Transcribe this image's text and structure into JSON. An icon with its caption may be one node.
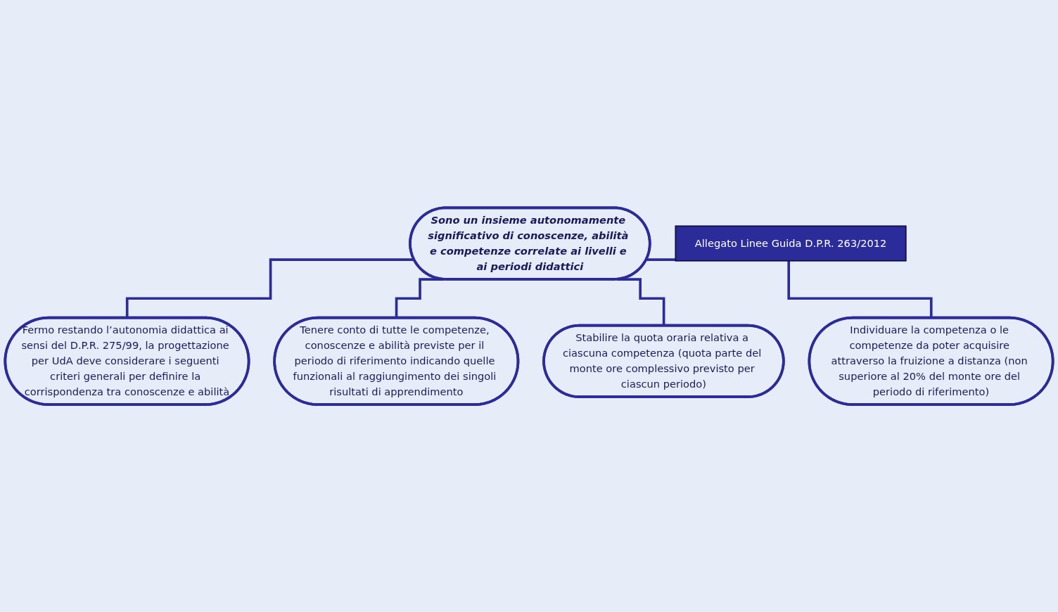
{
  "diagram": {
    "nodes": [
      {
        "text": [
          "Sono un insieme autonomamente significativo di conoscenze, abilità e competenze correlate ai livelli e ai periodi didattici"
        ]
      },
      {
        "text": [
          "Fermo restando l’autonomia didattica ai sensi del D.P.R. 275/99, la progettazione per UdA deve considerare i seguenti criteri generali per definire la corrispondenza tra conoscenze e abilità"
        ]
      },
      {
        "text": [
          "Tenere conto di tutte le competenze, conoscenze e abilità previste per il periodo di riferimento indicando quelle funzionali al raggiungimento dei singoli risultati di apprendimento"
        ]
      },
      {
        "text": [
          "Stabilire la quota oraria relativa a ciascuna competenza (quota parte del monte ore complessivo previsto per ciascun periodo)"
        ]
      },
      {
        "text": [
          "Individuare la competenza o le competenze da poter acquisire attraverso la fruizione a distanza (non superiore al 20% del monte ore del periodo di riferimento)"
        ]
      },
      {
        "text": [
          "Allegato Linee Guida D.P.R. 263/2012"
        ]
      }
    ],
    "edges": [
      {
        "from": 0,
        "to": 1,
        "arrow": "none"
      },
      {
        "from": 0,
        "to": 2,
        "arrow": "none"
      },
      {
        "from": 0,
        "to": 3,
        "arrow": "none"
      },
      {
        "from": 0,
        "to": 4,
        "arrow": "none"
      }
    ]
  }
}
